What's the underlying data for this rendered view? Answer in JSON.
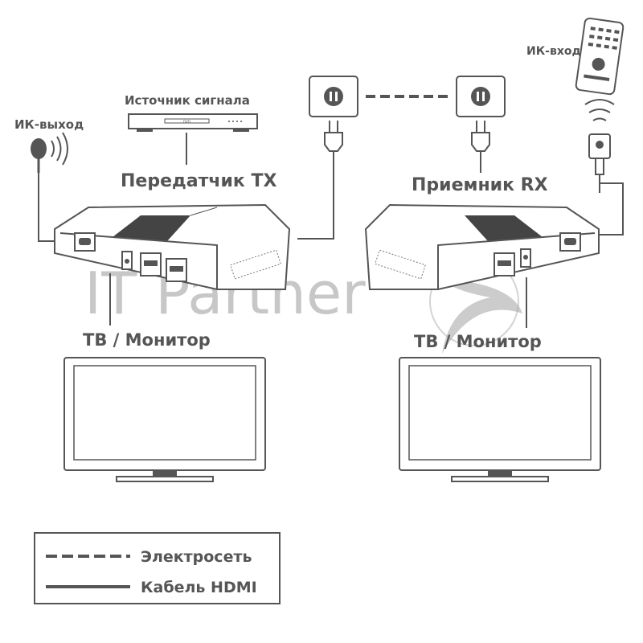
{
  "labels": {
    "ir_out": "ИК-выход",
    "source": "Источник сигнала",
    "source_display": "DVD",
    "transmitter": "Передатчик TX",
    "receiver": "Приемник RX",
    "ir_in": "ИК-вход",
    "tv_left": "ТВ / Монитор",
    "tv_right": "ТВ / Монитор"
  },
  "legend": [
    {
      "style": "dashed",
      "label": "Электросеть"
    },
    {
      "style": "solid",
      "label": "Кабель HDMI"
    }
  ],
  "watermark": "IT Partner",
  "colors": {
    "line": "#555555",
    "dark_panel": "#444444",
    "watermark": "#9a9a9a"
  }
}
